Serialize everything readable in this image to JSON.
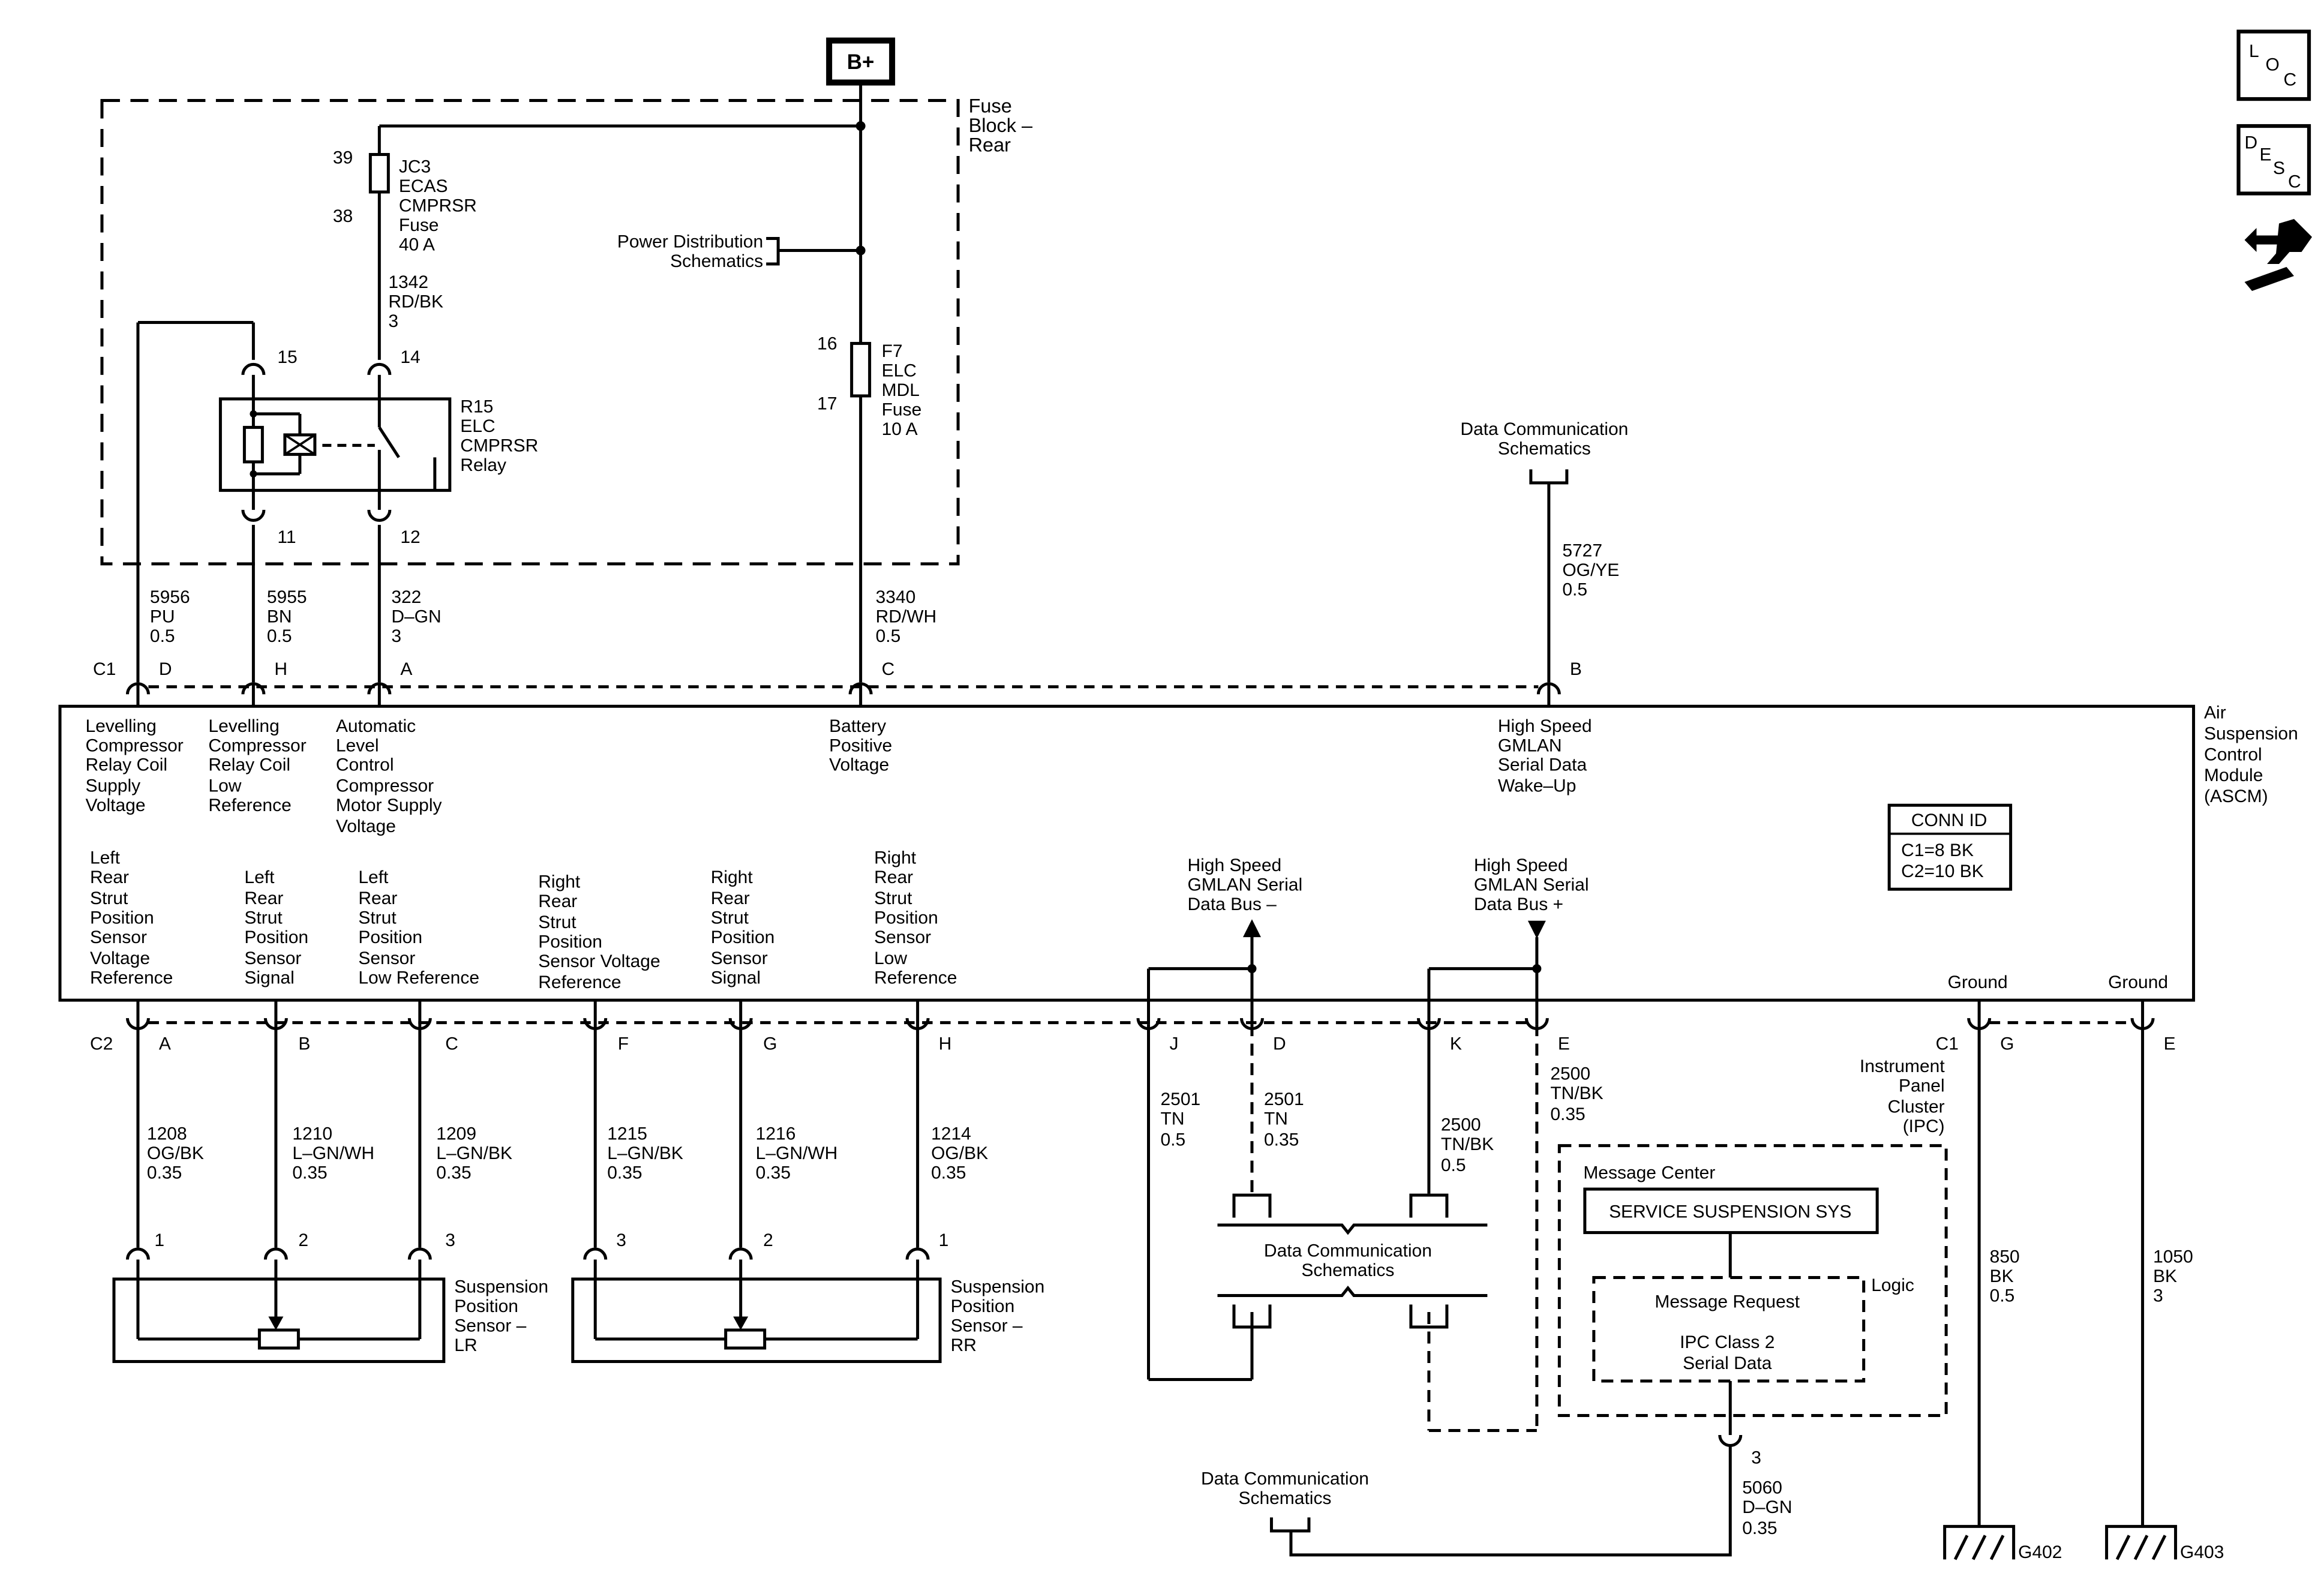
{
  "power": {
    "label": "B+"
  },
  "fuse_block": {
    "label": [
      "Fuse",
      "Block –",
      "Rear"
    ],
    "jc3_pins": [
      "39",
      "38"
    ],
    "jc3_label": [
      "JC3",
      "ECAS",
      "CMPRSR",
      "Fuse",
      "40 A"
    ],
    "power_dist": [
      "Power Distribution",
      "Schematics"
    ],
    "f7_pins": [
      "16",
      "17"
    ],
    "f7_label": [
      "F7",
      "ELC",
      "MDL",
      "Fuse",
      "10 A"
    ],
    "relay_label": [
      "R15",
      "ELC",
      "CMPRSR",
      "Relay"
    ],
    "relay_pins": {
      "p15": "15",
      "p14": "14",
      "p11": "11",
      "p12": "12"
    }
  },
  "wires_top": {
    "w1342": [
      "1342",
      "RD/BK",
      "3"
    ],
    "w5956": [
      "5956",
      "PU",
      "0.5"
    ],
    "w5955": [
      "5955",
      "BN",
      "0.5"
    ],
    "w322": [
      "322",
      "D–GN",
      "3"
    ],
    "w3340": [
      "3340",
      "RD/WH",
      "0.5"
    ],
    "w5727": [
      "5727",
      "OG/YE",
      "0.5"
    ]
  },
  "data_comm_top": [
    "Data Communication",
    "Schematics"
  ],
  "module": {
    "label": [
      "Air",
      "Suspension",
      "Control",
      "Module",
      "(ASCM)"
    ],
    "c1_label": "C1",
    "c1_pins": {
      "d": "D",
      "h": "H",
      "a": "A",
      "c": "C",
      "b": "B"
    },
    "functions_top": {
      "levelling_supply": [
        "Levelling",
        "Compressor",
        "Relay Coil",
        "Supply",
        "Voltage"
      ],
      "levelling_low": [
        "Levelling",
        "Compressor",
        "Relay Coil",
        "Low",
        "Reference"
      ],
      "automatic": [
        "Automatic",
        "Level",
        "Control",
        "Compressor",
        "Motor Supply",
        "Voltage"
      ],
      "battery": [
        "Battery",
        "Positive",
        "Voltage"
      ],
      "wakeup": [
        "High Speed",
        "GMLAN",
        "Serial Data",
        "Wake–Up"
      ]
    },
    "conn_id": {
      "title": "CONN ID",
      "c1": "C1=8 BK",
      "c2": "C2=10 BK"
    },
    "functions_bottom": {
      "lr_voltage": [
        "Left",
        "Rear",
        "Strut",
        "Position",
        "Sensor",
        "Voltage",
        "Reference"
      ],
      "lr_signal": [
        "Left",
        "Rear",
        "Strut",
        "Position",
        "Sensor",
        "Signal"
      ],
      "lr_low": [
        "Left",
        "Rear",
        "Strut",
        "Position",
        "Sensor",
        "Low Reference"
      ],
      "rr_voltage": [
        "Right",
        "Rear",
        "Strut",
        "Position",
        "Sensor Voltage",
        "Reference"
      ],
      "rr_signal": [
        "Right",
        "Rear",
        "Strut",
        "Position",
        "Sensor",
        "Signal"
      ],
      "rr_low": [
        "Right",
        "Rear",
        "Strut",
        "Position",
        "Sensor",
        "Low",
        "Reference"
      ],
      "bus_minus": [
        "High Speed",
        "GMLAN Serial",
        "Data Bus –"
      ],
      "bus_plus": [
        "High Speed",
        "GMLAN Serial",
        "Data Bus +"
      ],
      "ground1": "Ground",
      "ground2": "Ground"
    },
    "c2_label": "C2",
    "c2_pins": {
      "a": "A",
      "b": "B",
      "c": "C",
      "f": "F",
      "g": "G",
      "h": "H",
      "j": "J",
      "d": "D",
      "k": "K",
      "e": "E"
    },
    "c1_bottom_label": "C1",
    "c1_bottom_pins": {
      "g": "G",
      "e": "E"
    }
  },
  "wires_bottom": {
    "w1208": [
      "1208",
      "OG/BK",
      "0.35"
    ],
    "w1210": [
      "1210",
      "L–GN/WH",
      "0.35"
    ],
    "w1209": [
      "1209",
      "L–GN/BK",
      "0.35"
    ],
    "w1215": [
      "1215",
      "L–GN/BK",
      "0.35"
    ],
    "w1216": [
      "1216",
      "L–GN/WH",
      "0.35"
    ],
    "w1214": [
      "1214",
      "OG/BK",
      "0.35"
    ],
    "w2501a": [
      "2501",
      "TN",
      "0.5"
    ],
    "w2501b": [
      "2501",
      "TN",
      "0.35"
    ],
    "w2500a": [
      "2500",
      "TN/BK",
      "0.5"
    ],
    "w2500b": [
      "2500",
      "TN/BK",
      "0.35"
    ],
    "w850": [
      "850",
      "BK",
      "0.5"
    ],
    "w1050": [
      "1050",
      "BK",
      "3"
    ],
    "w5060": [
      "5060",
      "D–GN",
      "0.35"
    ]
  },
  "sensors": {
    "lr_pins": [
      "1",
      "2",
      "3"
    ],
    "lr_label": [
      "Suspension",
      "Position",
      "Sensor –",
      "LR"
    ],
    "rr_pins": [
      "3",
      "2",
      "1"
    ],
    "rr_label": [
      "Suspension",
      "Position",
      "Sensor –",
      "RR"
    ]
  },
  "data_comm_mid": [
    "Data Communication",
    "Schematics"
  ],
  "data_comm_bottom": [
    "Data Communication",
    "Schematics"
  ],
  "ipc": {
    "label": [
      "Instrument",
      "Panel",
      "Cluster",
      "(IPC)"
    ],
    "message_center": "Message Center",
    "display_text": "SERVICE SUSPENSION SYS",
    "logic": "Logic",
    "message_request": "Message Request",
    "class2": [
      "IPC Class 2",
      "Serial Data"
    ],
    "pin": "3"
  },
  "grounds": {
    "g402": "G402",
    "g403": "G403"
  },
  "side_icons": {
    "loc": {
      "letters": [
        "L",
        "O",
        "C"
      ],
      "icon": "location-icon"
    },
    "desc": {
      "letters": [
        "D",
        "E",
        "S",
        "C"
      ],
      "icon": "description-icon"
    },
    "tool": {
      "icon": "repair-tool-icon"
    }
  }
}
